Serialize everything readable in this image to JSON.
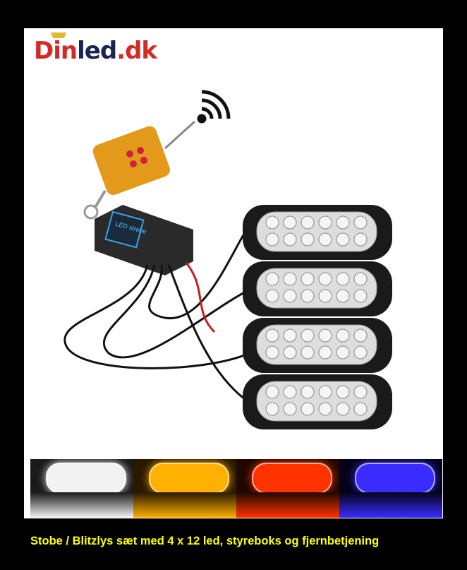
{
  "logo": {
    "part1": "Din",
    "part2": "led",
    ".dk": ".dk",
    "text": "Dinled.dk"
  },
  "product": {
    "box_label": "LED strobe",
    "light_bar_count": 4,
    "leds_per_bar": 12
  },
  "color_variants": [
    {
      "name": "white",
      "color": "#f2f2f2",
      "bg": "#1a1a1a"
    },
    {
      "name": "amber",
      "color": "#ffb000",
      "bg": "#2a1800"
    },
    {
      "name": "red",
      "color": "#ff3300",
      "bg": "#200800"
    },
    {
      "name": "blue",
      "color": "#3a2cff",
      "bg": "#05021a"
    }
  ],
  "caption": "Stobe / Blitzlys sæt med 4 x 12 led, styreboks og fjernbetjening"
}
